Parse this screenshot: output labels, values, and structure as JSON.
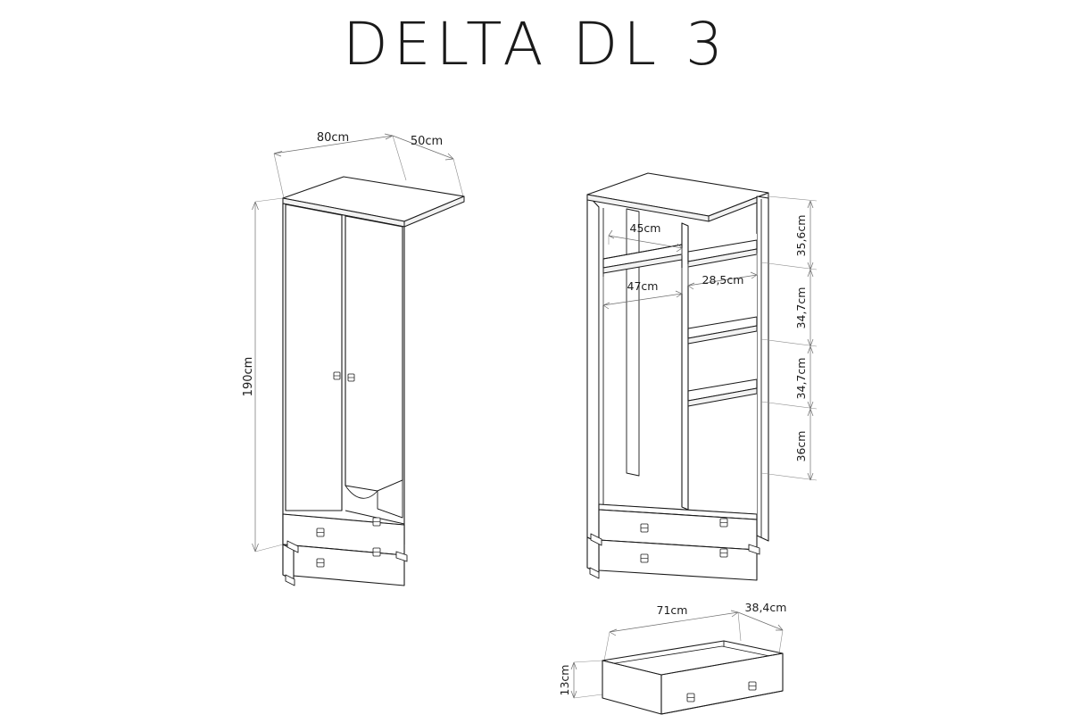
{
  "document": {
    "title": "DELTA DL 3",
    "type": "furniture-technical-drawing",
    "background_color": "#ffffff",
    "line_color": "#1a1a1a",
    "dimension_line_color": "#6e6e6e"
  },
  "views": {
    "closed_front": {
      "name": "closed-wardrobe-view",
      "dimensions": {
        "width": "80cm",
        "depth": "50cm",
        "height": "190cm"
      },
      "features": {
        "doors": 2,
        "drawers": 2,
        "door_handles": 2,
        "drawer_handles": 4,
        "feet": 4
      }
    },
    "interior": {
      "name": "interior-wardrobe-view",
      "dimensions": {
        "shelf_depth_top": "45cm",
        "hanging_width": "47cm",
        "right_shelf_width": "28,5cm"
      },
      "vertical_dimensions": [
        "35,6cm",
        "34,7cm",
        "34,7cm",
        "36cm"
      ],
      "features": {
        "left_compartment": "hanging rail with top shelf",
        "right_compartment": "three shelves",
        "drawers": 2
      }
    },
    "drawer_detail": {
      "name": "drawer-detail-view",
      "dimensions": {
        "width": "71cm",
        "depth": "38,4cm",
        "height": "13cm"
      },
      "features": {
        "handles": 2
      }
    }
  },
  "labels": {
    "width_80": "80cm",
    "depth_50": "50cm",
    "height_190": "190cm",
    "shelf_45": "45cm",
    "hang_47": "47cm",
    "shelf_285": "28,5cm",
    "v_356": "35,6cm",
    "v_347_a": "34,7cm",
    "v_347_b": "34,7cm",
    "v_36": "36cm",
    "drawer_71": "71cm",
    "drawer_384": "38,4cm",
    "drawer_13": "13cm"
  }
}
